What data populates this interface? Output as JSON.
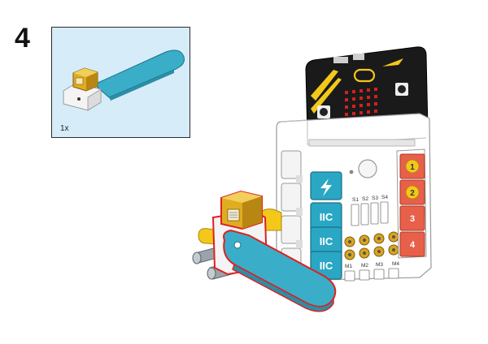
{
  "step": {
    "number": "4"
  },
  "parts": {
    "quantity": "1x",
    "icon": "servo-arm-part-icon"
  },
  "board": {
    "port_labels": [
      "IIC",
      "IIC",
      "IIC"
    ],
    "led_buttons": [
      "1",
      "2",
      "3",
      "4"
    ],
    "servo_labels": [
      "S1",
      "S2",
      "S3",
      "S4"
    ],
    "motor_labels": [
      "M1",
      "M2",
      "M3",
      "M4"
    ],
    "colors": {
      "panel_bg": "#d6ecf9",
      "arm": "#3aaec8",
      "arm_dark": "#2a8ea6",
      "port_blue": "#2aa7c4",
      "button_red": "#e8604a",
      "button_yellow": "#f3c81a",
      "servo_gold": "#d9a520",
      "board_black": "#1a1a1a",
      "led_red": "#d42020"
    }
  }
}
